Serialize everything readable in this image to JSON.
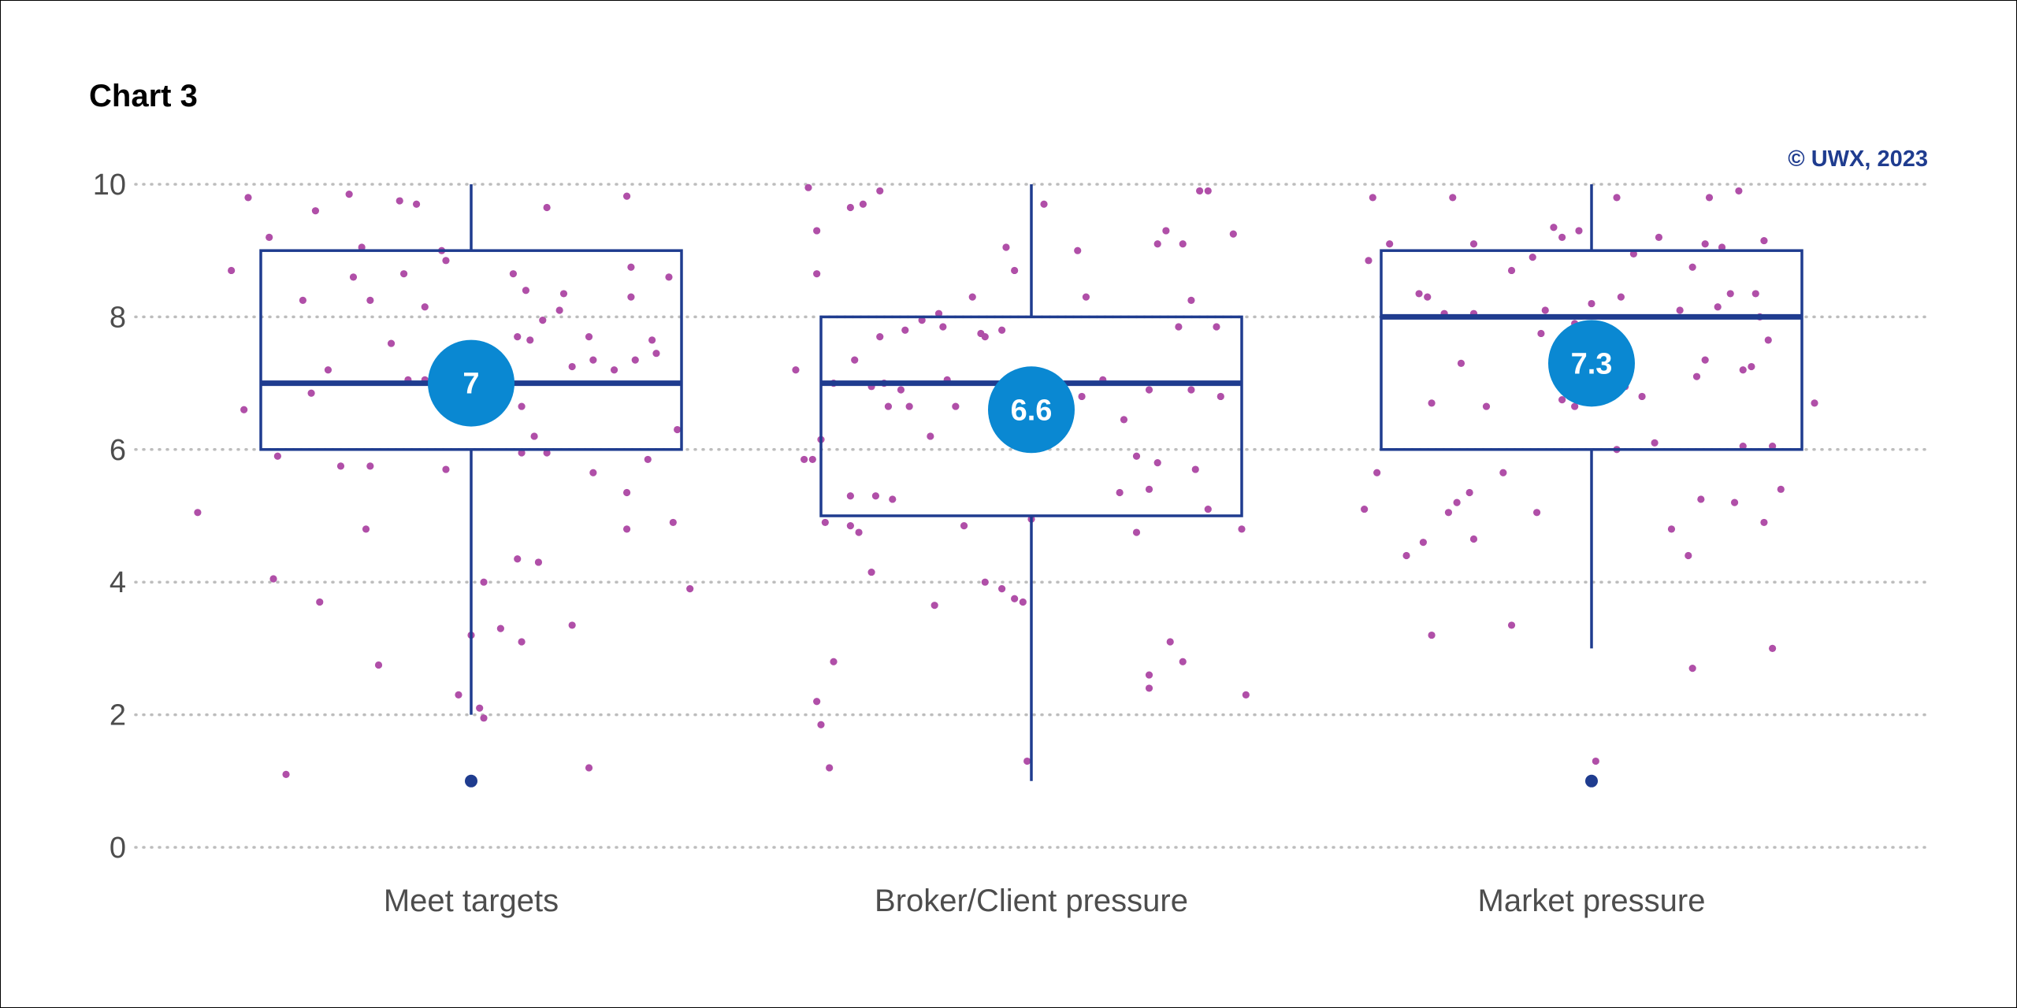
{
  "title": "Chart 3",
  "copyright": "© UWX, 2023",
  "colors": {
    "box": "#1f3c8f",
    "points": "#b04fa8",
    "outlier": "#1f3c8f",
    "mean_badge": "#0a88d2",
    "grid": "#bdbdbd"
  },
  "chart_data": {
    "type": "box",
    "title": "Chart 3",
    "ylim": [
      0,
      10
    ],
    "yticks": [
      0,
      2,
      4,
      6,
      8,
      10
    ],
    "grid": "horizontal dotted",
    "categories": [
      "Meet targets",
      "Broker/Client pressure",
      "Market pressure"
    ],
    "boxes": [
      {
        "name": "Meet targets",
        "min": 2,
        "q1": 6,
        "median": 7,
        "q3": 9,
        "max": 10,
        "mean": 7,
        "mean_label": "7",
        "outliers": [
          1
        ]
      },
      {
        "name": "Broker/Client pressure",
        "min": 1,
        "q1": 5,
        "median": 7,
        "q3": 8,
        "max": 10,
        "mean": 6.6,
        "mean_label": "6.6",
        "outliers": []
      },
      {
        "name": "Market pressure",
        "min": 3,
        "q1": 6,
        "median": 8,
        "q3": 9,
        "max": 10,
        "mean": 7.3,
        "mean_label": "7.3",
        "outliers": [
          1
        ]
      }
    ],
    "jitter_points": [
      [
        [
          -0.53,
          9.8
        ],
        [
          -0.48,
          9.2
        ],
        [
          -0.37,
          9.6
        ],
        [
          -0.29,
          9.85
        ],
        [
          -0.17,
          9.75
        ],
        [
          -0.13,
          9.7
        ],
        [
          0.18,
          9.65
        ],
        [
          0.37,
          9.82
        ],
        [
          -0.57,
          8.7
        ],
        [
          -0.4,
          8.25
        ],
        [
          -0.26,
          9.05
        ],
        [
          -0.28,
          8.6
        ],
        [
          -0.24,
          8.25
        ],
        [
          -0.16,
          8.65
        ],
        [
          -0.11,
          8.15
        ],
        [
          -0.07,
          9.0
        ],
        [
          -0.06,
          8.85
        ],
        [
          0.1,
          8.65
        ],
        [
          0.13,
          8.4
        ],
        [
          0.22,
          8.35
        ],
        [
          0.38,
          8.75
        ],
        [
          0.38,
          8.3
        ],
        [
          0.47,
          8.6
        ],
        [
          -0.54,
          6.6
        ],
        [
          -0.38,
          6.85
        ],
        [
          -0.34,
          7.2
        ],
        [
          -0.19,
          7.6
        ],
        [
          -0.15,
          7.05
        ],
        [
          -0.11,
          7.05
        ],
        [
          -0.08,
          6.95
        ],
        [
          0.11,
          7.7
        ],
        [
          0.14,
          7.65
        ],
        [
          0.17,
          7.95
        ],
        [
          0.21,
          8.1
        ],
        [
          0.28,
          7.7
        ],
        [
          0.29,
          7.35
        ],
        [
          0.34,
          7.2
        ],
        [
          0.39,
          7.35
        ],
        [
          0.43,
          7.65
        ],
        [
          0.44,
          7.45
        ],
        [
          0.49,
          6.3
        ],
        [
          0.12,
          6.65
        ],
        [
          0.15,
          6.2
        ],
        [
          0.18,
          5.95
        ],
        [
          0.24,
          7.25
        ],
        [
          -0.46,
          5.9
        ],
        [
          -0.31,
          5.75
        ],
        [
          -0.24,
          5.75
        ],
        [
          -0.06,
          5.7
        ],
        [
          0.12,
          5.95
        ],
        [
          0.29,
          5.65
        ],
        [
          0.37,
          5.35
        ],
        [
          0.42,
          5.85
        ],
        [
          -0.65,
          5.05
        ],
        [
          -0.47,
          4.05
        ],
        [
          -0.36,
          3.7
        ],
        [
          -0.25,
          4.8
        ],
        [
          0.03,
          4.0
        ],
        [
          0.11,
          4.35
        ],
        [
          0.16,
          4.3
        ],
        [
          0.24,
          3.35
        ],
        [
          0.37,
          4.8
        ],
        [
          0.48,
          4.9
        ],
        [
          0.52,
          3.9
        ],
        [
          -0.22,
          2.75
        ],
        [
          -0.03,
          2.3
        ],
        [
          0.0,
          3.2
        ],
        [
          0.02,
          2.1
        ],
        [
          0.03,
          1.95
        ],
        [
          0.07,
          3.3
        ],
        [
          0.12,
          3.1
        ],
        [
          -0.44,
          1.1
        ],
        [
          0.28,
          1.2
        ]
      ],
      [
        [
          -0.53,
          9.95
        ],
        [
          -0.51,
          9.3
        ],
        [
          -0.43,
          9.65
        ],
        [
          -0.4,
          9.7
        ],
        [
          -0.36,
          9.9
        ],
        [
          0.03,
          9.7
        ],
        [
          0.42,
          9.9
        ],
        [
          0.4,
          9.9
        ],
        [
          -0.51,
          8.65
        ],
        [
          -0.36,
          7.7
        ],
        [
          -0.3,
          7.8
        ],
        [
          -0.26,
          7.95
        ],
        [
          -0.22,
          8.05
        ],
        [
          -0.21,
          7.85
        ],
        [
          -0.14,
          8.3
        ],
        [
          -0.12,
          7.75
        ],
        [
          -0.11,
          7.7
        ],
        [
          -0.07,
          7.8
        ],
        [
          -0.06,
          9.05
        ],
        [
          -0.04,
          8.7
        ],
        [
          0.11,
          9.0
        ],
        [
          0.13,
          8.3
        ],
        [
          0.3,
          9.1
        ],
        [
          0.32,
          9.3
        ],
        [
          0.36,
          9.1
        ],
        [
          0.35,
          7.85
        ],
        [
          0.38,
          8.25
        ],
        [
          0.44,
          7.85
        ],
        [
          0.48,
          9.25
        ],
        [
          -0.56,
          7.2
        ],
        [
          -0.47,
          7.0
        ],
        [
          -0.42,
          7.35
        ],
        [
          -0.38,
          6.95
        ],
        [
          -0.34,
          6.65
        ],
        [
          -0.35,
          7.0
        ],
        [
          -0.31,
          6.9
        ],
        [
          -0.29,
          6.65
        ],
        [
          -0.24,
          6.2
        ],
        [
          -0.2,
          7.05
        ],
        [
          -0.18,
          6.65
        ],
        [
          0.12,
          6.8
        ],
        [
          0.17,
          7.05
        ],
        [
          0.22,
          6.45
        ],
        [
          0.28,
          6.9
        ],
        [
          0.38,
          6.9
        ],
        [
          0.45,
          6.8
        ],
        [
          -0.54,
          5.85
        ],
        [
          -0.5,
          6.15
        ],
        [
          -0.52,
          5.85
        ],
        [
          -0.43,
          5.3
        ],
        [
          -0.37,
          5.3
        ],
        [
          -0.33,
          5.25
        ],
        [
          0.21,
          5.35
        ],
        [
          0.25,
          5.9
        ],
        [
          0.3,
          5.8
        ],
        [
          0.28,
          5.4
        ],
        [
          0.39,
          5.7
        ],
        [
          -0.49,
          4.9
        ],
        [
          -0.43,
          4.85
        ],
        [
          -0.41,
          4.75
        ],
        [
          -0.38,
          4.15
        ],
        [
          -0.23,
          3.65
        ],
        [
          -0.16,
          4.85
        ],
        [
          -0.11,
          4.0
        ],
        [
          -0.07,
          3.9
        ],
        [
          -0.04,
          3.75
        ],
        [
          -0.02,
          3.7
        ],
        [
          0.0,
          4.95
        ],
        [
          0.25,
          4.75
        ],
        [
          0.42,
          5.1
        ],
        [
          0.5,
          4.8
        ],
        [
          -0.51,
          2.2
        ],
        [
          -0.5,
          1.85
        ],
        [
          -0.47,
          2.8
        ],
        [
          -0.48,
          1.2
        ],
        [
          0.28,
          2.6
        ],
        [
          0.28,
          2.4
        ],
        [
          0.33,
          3.1
        ],
        [
          0.36,
          2.8
        ],
        [
          0.51,
          2.3
        ],
        [
          -0.01,
          1.3
        ]
      ],
      [
        [
          -0.52,
          9.8
        ],
        [
          -0.48,
          9.1
        ],
        [
          -0.33,
          9.8
        ],
        [
          -0.28,
          9.1
        ],
        [
          -0.19,
          8.7
        ],
        [
          -0.14,
          8.9
        ],
        [
          -0.09,
          9.35
        ],
        [
          -0.07,
          9.2
        ],
        [
          -0.03,
          9.3
        ],
        [
          0.06,
          9.8
        ],
        [
          0.1,
          8.95
        ],
        [
          0.16,
          9.2
        ],
        [
          0.24,
          8.75
        ],
        [
          0.27,
          9.1
        ],
        [
          0.31,
          9.05
        ],
        [
          0.28,
          9.8
        ],
        [
          0.35,
          9.9
        ],
        [
          0.41,
          9.15
        ],
        [
          -0.53,
          8.85
        ],
        [
          -0.41,
          8.35
        ],
        [
          -0.39,
          8.3
        ],
        [
          -0.35,
          8.05
        ],
        [
          -0.31,
          7.3
        ],
        [
          -0.28,
          8.05
        ],
        [
          -0.25,
          6.65
        ],
        [
          -0.11,
          8.1
        ],
        [
          -0.12,
          7.75
        ],
        [
          -0.04,
          7.9
        ],
        [
          0.0,
          8.2
        ],
        [
          0.07,
          8.3
        ],
        [
          0.08,
          6.95
        ],
        [
          0.12,
          6.8
        ],
        [
          0.21,
          8.1
        ],
        [
          0.25,
          7.1
        ],
        [
          0.27,
          7.35
        ],
        [
          0.3,
          8.15
        ],
        [
          0.33,
          8.35
        ],
        [
          0.36,
          7.2
        ],
        [
          0.38,
          7.25
        ],
        [
          0.4,
          8.0
        ],
        [
          0.42,
          7.65
        ],
        [
          0.39,
          8.35
        ],
        [
          -0.38,
          6.7
        ],
        [
          -0.04,
          6.65
        ],
        [
          -0.07,
          6.75
        ],
        [
          -0.51,
          5.65
        ],
        [
          -0.4,
          4.6
        ],
        [
          -0.34,
          5.05
        ],
        [
          -0.32,
          5.2
        ],
        [
          -0.29,
          5.35
        ],
        [
          -0.21,
          5.65
        ],
        [
          0.06,
          6.0
        ],
        [
          0.15,
          6.1
        ],
        [
          0.19,
          4.8
        ],
        [
          0.26,
          5.25
        ],
        [
          0.36,
          6.05
        ],
        [
          0.34,
          5.2
        ],
        [
          0.41,
          4.9
        ],
        [
          0.45,
          5.4
        ],
        [
          0.43,
          6.05
        ],
        [
          0.53,
          6.7
        ],
        [
          -0.54,
          5.1
        ],
        [
          -0.44,
          4.4
        ],
        [
          -0.28,
          4.65
        ],
        [
          -0.19,
          3.35
        ],
        [
          -0.13,
          5.05
        ],
        [
          0.23,
          4.4
        ],
        [
          -0.38,
          3.2
        ],
        [
          0.24,
          2.7
        ],
        [
          0.43,
          3.0
        ],
        [
          0.01,
          1.3
        ]
      ]
    ]
  }
}
